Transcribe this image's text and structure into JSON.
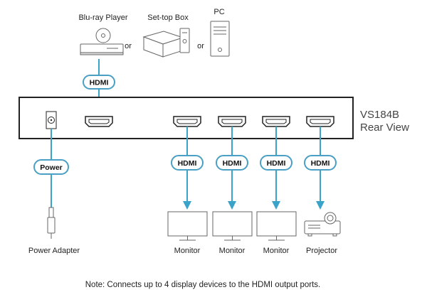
{
  "sources": [
    {
      "label": "Blu-ray Player",
      "icon": "blu-ray-player-icon"
    },
    {
      "label": "Set-top Box",
      "icon": "set-top-box-icon"
    },
    {
      "label": "PC",
      "icon": "pc-tower-icon"
    }
  ],
  "separator": "or",
  "device": {
    "model": "VS184B",
    "view": "Rear View"
  },
  "input_cable_label": "HDMI",
  "power": {
    "cable_label": "Power",
    "adapter_label": "Power Adapter"
  },
  "outputs": [
    {
      "cable_label": "HDMI",
      "device_label": "Monitor",
      "icon": "monitor-icon"
    },
    {
      "cable_label": "HDMI",
      "device_label": "Monitor",
      "icon": "monitor-icon"
    },
    {
      "cable_label": "HDMI",
      "device_label": "Monitor",
      "icon": "monitor-icon"
    },
    {
      "cable_label": "HDMI",
      "device_label": "Projector",
      "icon": "projector-icon"
    }
  ],
  "note": "Note: Connects up to 4 display devices to the HDMI output ports.",
  "colors": {
    "cable": "#3aa3c9",
    "pill_border": "#4a9fc4",
    "device_outline": "#222222",
    "icon_line": "#666666"
  }
}
